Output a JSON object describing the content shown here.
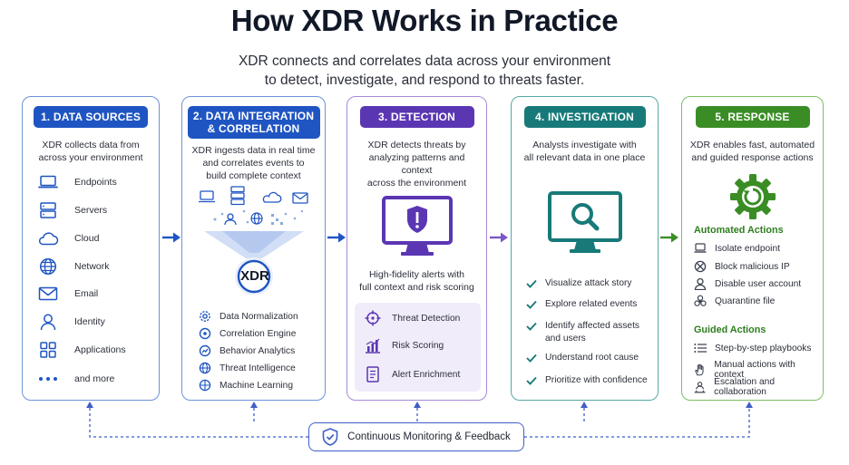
{
  "title": "How XDR Works in Practice",
  "subtitle": [
    "XDR connects and correlates data across your environment",
    "to detect, investigate, and respond to threats faster."
  ],
  "colors": {
    "blue": "#1f55c2",
    "purple": "#5b36b3",
    "teal": "#177a78",
    "green": "#3a8d25",
    "card1_border": "#6e93d9",
    "card2_border": "#6e93d9",
    "card3_border": "#a78ad8",
    "card4_border": "#55a9a5",
    "card5_border": "#7cbf62"
  },
  "stages": {
    "data_sources": {
      "badge": "1. DATA SOURCES",
      "desc": [
        "XDR collects data from",
        "across your environment"
      ],
      "items": [
        {
          "label": "Endpoints",
          "icon": "laptop-icon"
        },
        {
          "label": "Servers",
          "icon": "server-icon"
        },
        {
          "label": "Cloud",
          "icon": "cloud-icon"
        },
        {
          "label": "Network",
          "icon": "globe-icon"
        },
        {
          "label": "Email",
          "icon": "mail-icon"
        },
        {
          "label": "Identity",
          "icon": "user-icon"
        },
        {
          "label": "Applications",
          "icon": "apps-grid-icon"
        },
        {
          "label": "and more",
          "icon": "more-dots-icon"
        }
      ]
    },
    "integration": {
      "badge": [
        "2. DATA INTEGRATION",
        "& CORRELATION"
      ],
      "desc": [
        "XDR ingests data in real time",
        "and correlates events to",
        "build complete context"
      ],
      "hub": "XDR",
      "items": [
        {
          "label": "Data Normalization",
          "icon": "settings-icon"
        },
        {
          "label": "Correlation Engine",
          "icon": "correlation-icon"
        },
        {
          "label": "Behavior Analytics",
          "icon": "analytics-icon"
        },
        {
          "label": "Threat Intelligence",
          "icon": "globe-icon"
        },
        {
          "label": "Machine Learning",
          "icon": "ml-icon"
        }
      ]
    },
    "detection": {
      "badge": "3. DETECTION",
      "desc": [
        "XDR detects threats by",
        "analyzing patterns and context",
        "across the environment"
      ],
      "alert_text": [
        "High-fidelity alerts with",
        "full context and risk scoring"
      ],
      "items": [
        {
          "label": "Threat Detection",
          "icon": "crosshair-icon"
        },
        {
          "label": "Risk Scoring",
          "icon": "bar-chart-icon"
        },
        {
          "label": "Alert Enrichment",
          "icon": "document-icon"
        }
      ]
    },
    "investigation": {
      "badge": "4. INVESTIGATION",
      "desc": [
        "Analysts investigate with",
        "all relevant data in one place"
      ],
      "items": [
        [
          "Visualize attack story"
        ],
        [
          "Explore related events"
        ],
        [
          "Identify affected assets",
          "and users"
        ],
        [
          "Understand root cause"
        ],
        [
          "Prioritize with confidence"
        ]
      ]
    },
    "response": {
      "badge": "5. RESPONSE",
      "desc": [
        "XDR enables fast, automated",
        "and guided response actions"
      ],
      "automated_title": "Automated Actions",
      "automated": [
        {
          "label": "Isolate endpoint",
          "icon": "laptop-icon"
        },
        {
          "label": "Block malicious IP",
          "icon": "block-icon"
        },
        {
          "label": "Disable user account",
          "icon": "user-icon"
        },
        {
          "label": "Quarantine file",
          "icon": "biohazard-icon"
        }
      ],
      "guided_title": "Guided Actions",
      "guided": [
        {
          "label": "Step-by-step playbooks",
          "icon": "list-icon"
        },
        {
          "label": "Manual actions with context",
          "icon": "hand-icon"
        },
        {
          "label": "Escalation and collaboration",
          "icon": "team-icon"
        }
      ]
    }
  },
  "feedback": "Continuous Monitoring & Feedback"
}
